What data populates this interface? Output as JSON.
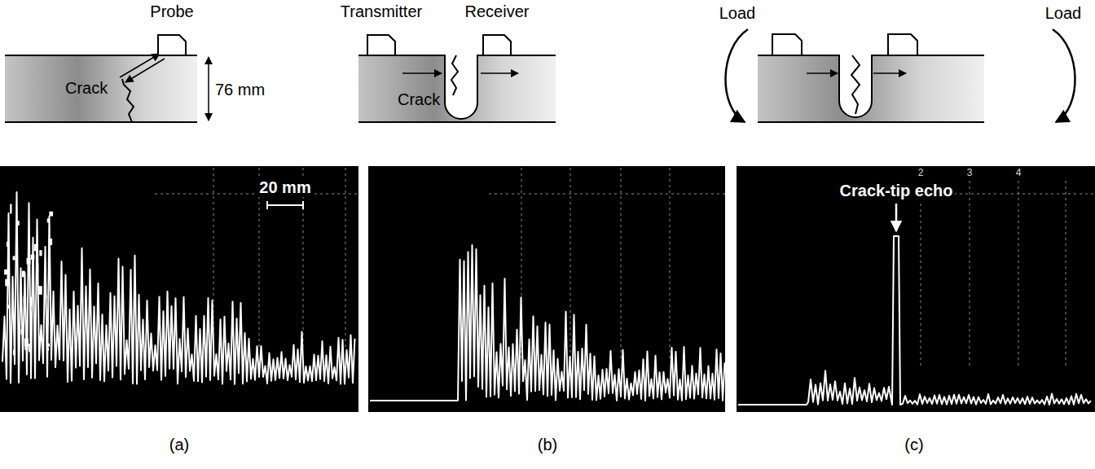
{
  "diagram": {
    "nodes": [
      {
        "text": [
          "Probe"
        ]
      },
      {
        "text": [
          "Transmitter"
        ]
      },
      {
        "text": [
          "Receiver"
        ]
      }
    ],
    "labels": [
      "Crack",
      "76 mm",
      "Crack",
      "Load",
      "Load",
      "20 mm",
      "Crack-tip echo",
      "2",
      "3",
      "4",
      "(a)",
      "(b)",
      "(c)"
    ]
  }
}
